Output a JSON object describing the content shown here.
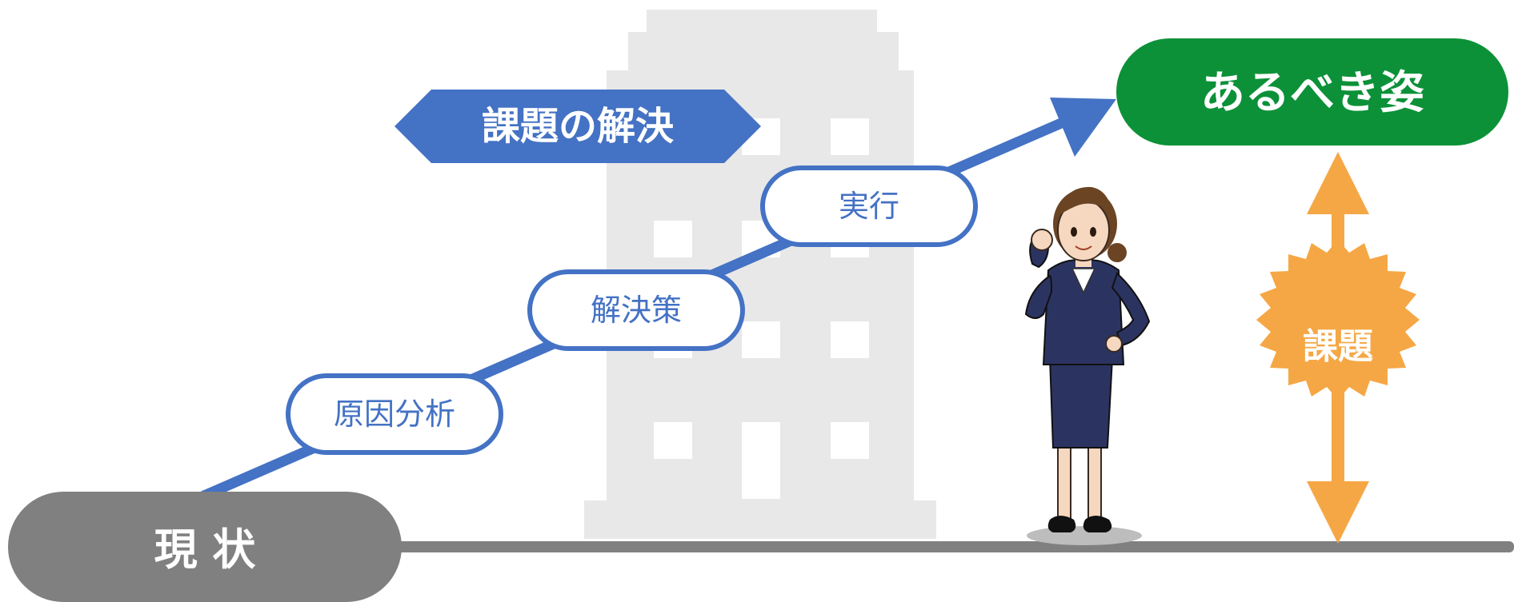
{
  "labels": {
    "current_state": "現 状",
    "ideal_state": "あるべき姿",
    "solution_banner": "課題の解決",
    "step_analysis": "原因分析",
    "step_plan": "解決策",
    "step_execute": "実行",
    "issue": "課題"
  },
  "colors": {
    "blue": "#4472C4",
    "green": "#0C9138",
    "gray": "#808080",
    "orange": "#F5A745",
    "building": "#E8E8E8"
  },
  "icons": {
    "building": "building-silhouette",
    "person": "businesswoman-illustration"
  }
}
